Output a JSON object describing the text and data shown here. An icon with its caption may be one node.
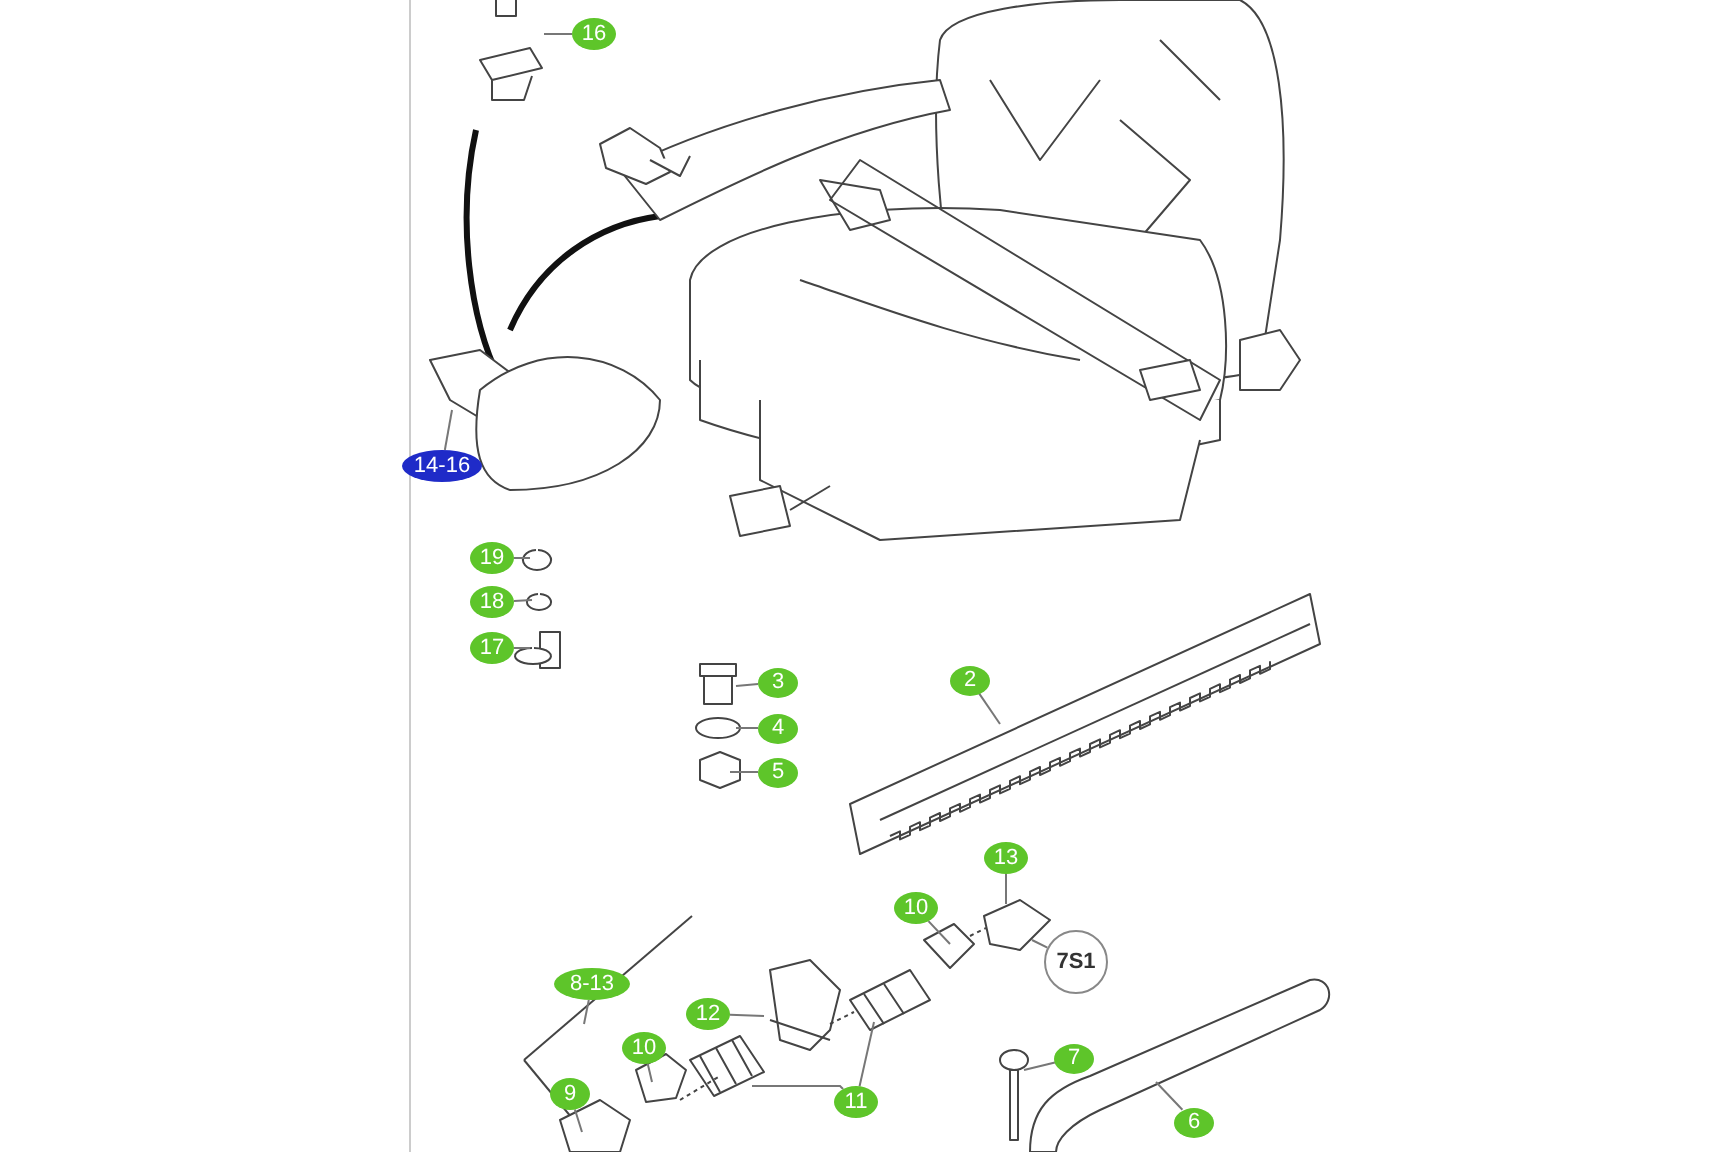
{
  "diagram": {
    "nodes": [
      {
        "text": [
          "16"
        ]
      },
      {
        "text": [
          "14-16"
        ]
      },
      {
        "text": [
          "19"
        ]
      },
      {
        "text": [
          "18"
        ]
      },
      {
        "text": [
          "17"
        ]
      },
      {
        "text": [
          "3"
        ]
      },
      {
        "text": [
          "4"
        ]
      },
      {
        "text": [
          "5"
        ]
      },
      {
        "text": [
          "2"
        ]
      },
      {
        "text": [
          "13"
        ]
      },
      {
        "text": [
          "10"
        ]
      },
      {
        "text": [
          "7S1"
        ]
      },
      {
        "text": [
          "8-13"
        ]
      },
      {
        "text": [
          "12"
        ]
      },
      {
        "text": [
          "10"
        ]
      },
      {
        "text": [
          "9"
        ]
      },
      {
        "text": [
          "11"
        ]
      },
      {
        "text": [
          "7"
        ]
      },
      {
        "text": [
          "6"
        ]
      }
    ],
    "edges": [
      {
        "from": 0,
        "to": null,
        "arrow": "none"
      },
      {
        "from": 1,
        "to": null,
        "arrow": "none"
      },
      {
        "from": 2,
        "to": null,
        "arrow": "none"
      },
      {
        "from": 3,
        "to": null,
        "arrow": "none"
      },
      {
        "from": 4,
        "to": null,
        "arrow": "none"
      },
      {
        "from": 5,
        "to": null,
        "arrow": "none"
      },
      {
        "from": 6,
        "to": null,
        "arrow": "none"
      },
      {
        "from": 7,
        "to": null,
        "arrow": "none"
      },
      {
        "from": 8,
        "to": null,
        "arrow": "none"
      },
      {
        "from": 9,
        "to": null,
        "arrow": "none"
      },
      {
        "from": 10,
        "to": null,
        "arrow": "none"
      },
      {
        "from": 11,
        "to": null,
        "arrow": "none"
      },
      {
        "from": 12,
        "to": null,
        "arrow": "none"
      },
      {
        "from": 13,
        "to": null,
        "arrow": "none"
      },
      {
        "from": 14,
        "to": null,
        "arrow": "none"
      },
      {
        "from": 15,
        "to": null,
        "arrow": "none"
      },
      {
        "from": 16,
        "to": null,
        "arrow": "none"
      },
      {
        "from": 16,
        "to": null,
        "arrow": "none"
      },
      {
        "from": 17,
        "to": null,
        "arrow": "none"
      },
      {
        "from": 18,
        "to": null,
        "arrow": "none"
      }
    ]
  }
}
